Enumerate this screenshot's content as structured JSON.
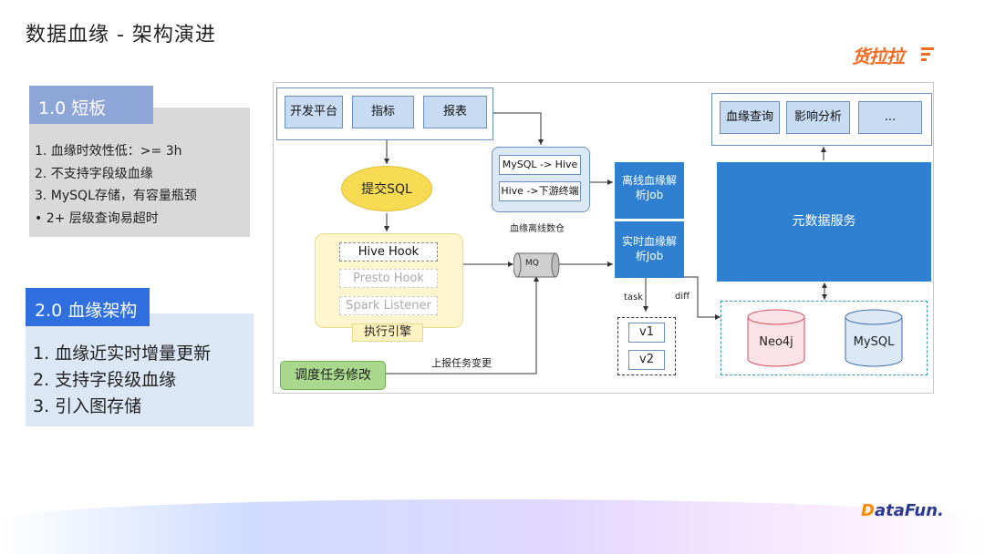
{
  "title": "数据血缘 - 架构演进",
  "logo_text": "货拉拉",
  "footer_logo": {
    "d": "D",
    "rest": "ataFun."
  },
  "panel_v1": {
    "heading": "1.0 短板",
    "items": [
      "1. 血缘时效性低：>= 3h",
      "2. 不支持字段级血缘",
      "3. MySQL存储，有容量瓶颈",
      "•  2+ 层级查询易超时"
    ]
  },
  "panel_v2": {
    "heading": "2.0 血缘架构",
    "items": [
      "1. 血缘近实时增量更新",
      "2. 支持字段级血缘",
      "3. 引入图存储"
    ]
  },
  "diagram": {
    "sources": [
      "开发平台",
      "指标",
      "报表"
    ],
    "submit_sql": "提交SQL",
    "engines": [
      "Hive Hook",
      "Presto Hook",
      "Spark Listener"
    ],
    "exec_label": "执行引擎",
    "schedule": "调度任务修改",
    "report_change": "上报任务变更",
    "mq": "MQ",
    "offline_items": [
      "MySQL -> Hive",
      "Hive ->下游终端"
    ],
    "offline_caption": "血缘离线数仓",
    "offline_job": "离线血缘解析Job",
    "realtime_job": "实时血缘解析Job",
    "task_label": "task",
    "diff_label": "diff",
    "versions": [
      "v1",
      "v2"
    ],
    "apps": [
      "血缘查询",
      "影响分析",
      "..."
    ],
    "metadata_service": "元数据服务",
    "stores": [
      "Neo4j",
      "MySQL"
    ]
  },
  "colors": {
    "accent_blue": "#2f80d1",
    "light_blue": "#c7dcf3",
    "yellow": "#f7dc53",
    "green": "#a8d88c",
    "brand_orange": "#f26b21"
  }
}
